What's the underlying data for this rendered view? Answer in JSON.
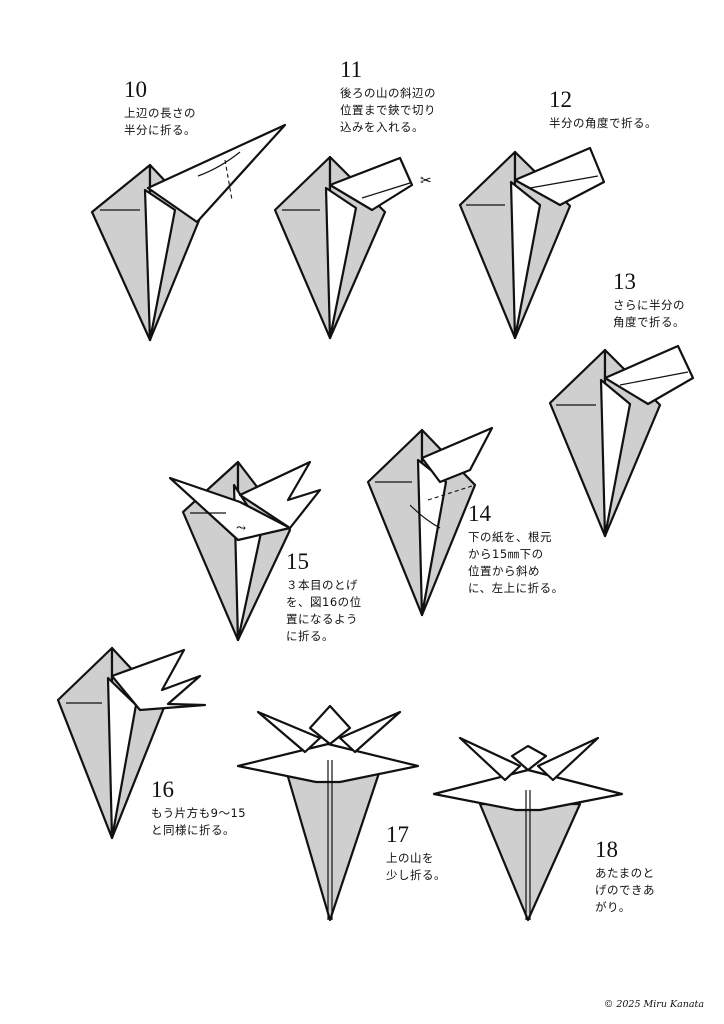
{
  "steps": [
    {
      "number": "10",
      "caption": "上辺の長さの\n半分に折る。"
    },
    {
      "number": "11",
      "caption": "後ろの山の斜辺の\n位置まで鋏で切り\n込みを入れる。"
    },
    {
      "number": "12",
      "caption": "半分の角度で折る。"
    },
    {
      "number": "13",
      "caption": "さらに半分の\n角度で折る。"
    },
    {
      "number": "14",
      "caption": "下の紙を、根元\nから15㎜下の\n位置から斜め\nに、左上に折る。"
    },
    {
      "number": "15",
      "caption": "３本目のとげ\nを、図16の位\n置になるよう\nに折る。"
    },
    {
      "number": "16",
      "caption": "もう片方も9〜15\nと同様に折る。"
    },
    {
      "number": "17",
      "caption": "上の山を\n少し折る。"
    },
    {
      "number": "18",
      "caption": "あたまのと\nげのできあ\nがり。"
    }
  ],
  "copyright": "© 2025 Miru Kanata"
}
